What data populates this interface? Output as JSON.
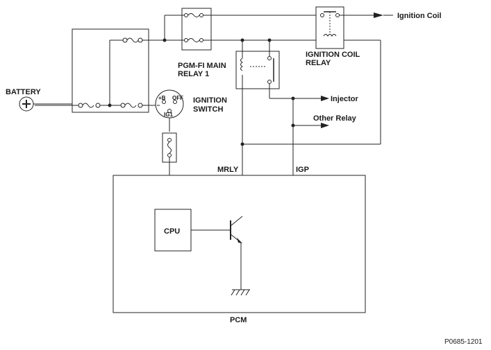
{
  "labels": {
    "battery": "BATTERY",
    "battery_symbol": "+",
    "ignition_switch_line1": "IGNITION",
    "ignition_switch_line2": "SWITCH",
    "switch_b": "+B",
    "switch_off": "OFF",
    "switch_ig1": "IG1",
    "pgmfi_line1": "PGM-FI MAIN",
    "pgmfi_line2": "RELAY 1",
    "coil_relay_line1": "IGNITION COIL",
    "coil_relay_line2": "RELAY",
    "ignition_coil": "Ignition Coil",
    "injector": "Injector",
    "other_relay": "Other Relay",
    "mrly": "MRLY",
    "igp": "IGP",
    "cpu": "CPU",
    "pcm": "PCM",
    "figure_ref": "P0685-1201"
  }
}
